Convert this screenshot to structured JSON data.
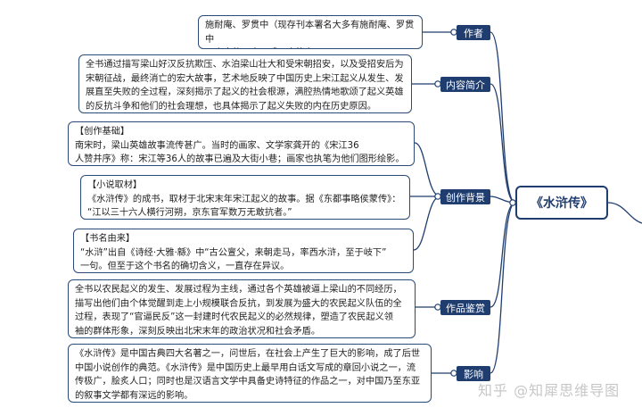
{
  "root": {
    "title": "《水浒传》"
  },
  "branches": {
    "author": {
      "label": "作者",
      "text": "施耐庵、罗贯中（现存刊本署名大多有施耐庵、罗贯中\n两人中的一人，或两人皆有)"
    },
    "summary": {
      "label": "内容简介",
      "text": "全书通过描写梁山好汉反抗欺压、水泊梁山壮大和受宋朝招安，以及受招安后为\n宋朝征战，最终消亡的宏大故事，艺术地反映了中国历史上宋江起义从发生、发\n展直至失败的全过程，深刻揭示了起义的社会根源，满腔热情地歌颂了起义英雄\n的反抗斗争和他们的社会理想，也具体揭示了起义失败的内在历史原因。"
    },
    "background": {
      "label": "创作背景",
      "items": [
        "【创作基础】\n南宋时，梁山英雄故事流传甚广。当时的画家、文学家龚开的《宋江36\n人赞并序》称：宋江等36人的故事已遍及大街小巷；画家也执笔为他们图形绘影。",
        "【小说取材】\n《水浒传》的成书，取材于北宋末年宋江起义的故事。据《东都事略侯蒙传》：\n“江以三十六人横行河朔，京东官军数万无敢抗者。”",
        "【书名由来】\n“水浒”出自《诗经·大雅·緜》中“古公亶父，来朝走马，率西水浒，至于岐下”\n一句。但至于这个书名的确切含义，一直存在异议。"
      ]
    },
    "appreciation": {
      "label": "作品鉴赏",
      "text": "全书以农民起义的发生、发展过程为主线，通过各个英雄被逼上梁山的不同经历，\n描写出他们由个体觉醒到走上小规模联合反抗，到发展为盛大的农民起义队伍的全\n过程，表现了“官逼民反”这一封建时代农民起义的必然规律，塑造了农民起义领\n袖的群体形象，深刻反映出北宋末年的政治状况和社会矛盾。"
    },
    "influence": {
      "label": "影响",
      "text": "《水浒传》是中国古典四大名著之一，问世后，在社会上产生了巨大的影响，成了后世\n中国小说创作的典范。《水浒传》是中国历史上最早用白话文写成的章回小说之一，流\n传极广，脍炙人口；同时也是汉语言文学中具备史诗特征的作品之一，对中国乃至东亚\n的叙事文学都有深远的影响。"
    }
  },
  "watermark": "知乎 @知犀思维导图",
  "colors": {
    "line": "#1f3d6e",
    "tag": "#1f3d6e",
    "border": "#2c4a78"
  }
}
